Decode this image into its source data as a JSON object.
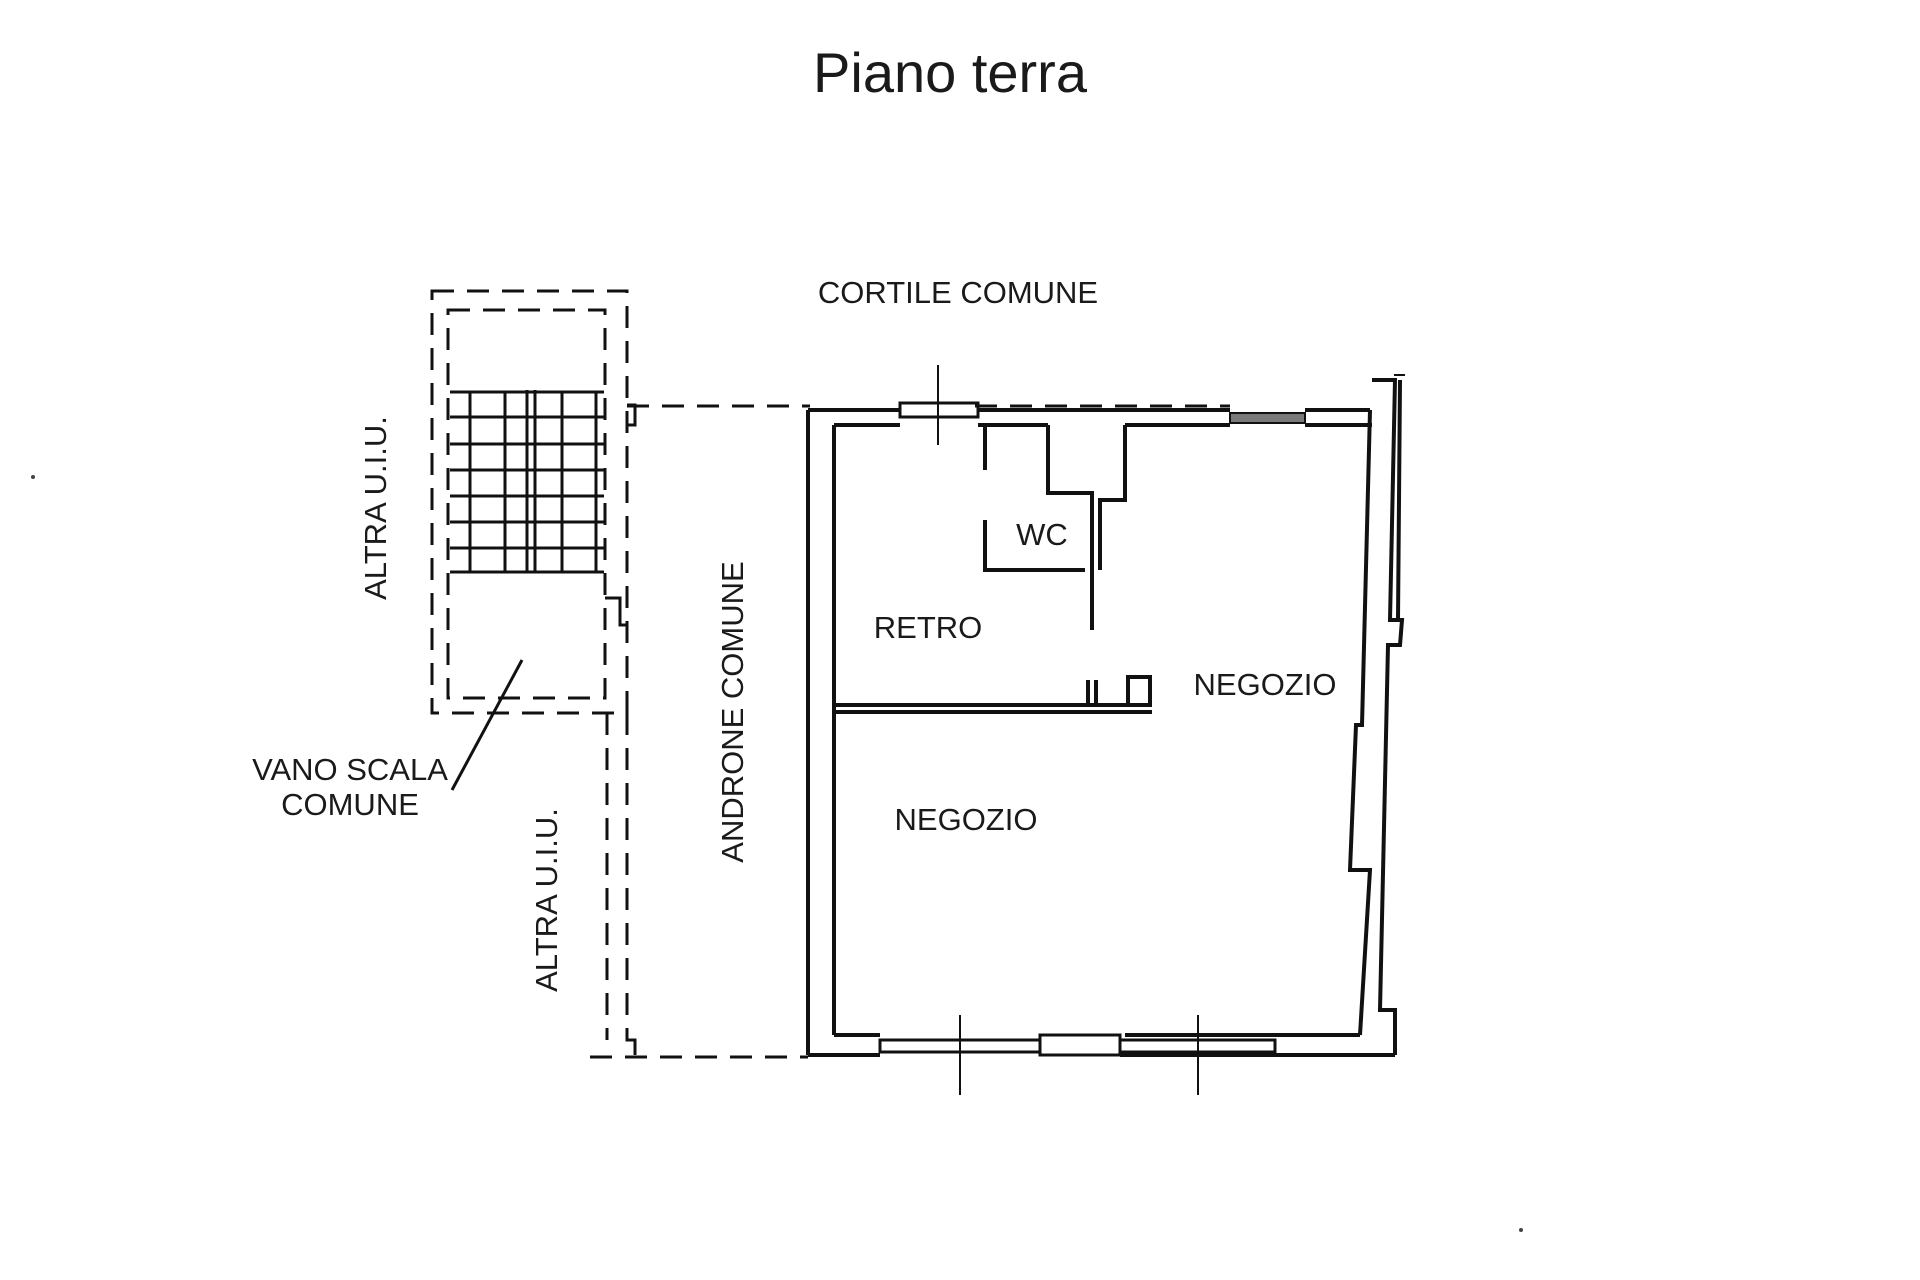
{
  "title": "Piano terra",
  "labels": {
    "cortile": "CORTILE COMUNE",
    "altra_top": "ALTRA U.I.U.",
    "altra_bottom": "ALTRA U.I.U.",
    "androne": "ANDRONE COMUNE",
    "vano_line1": "VANO SCALA",
    "vano_line2": "COMUNE",
    "wc": "WC",
    "retro": "RETRO",
    "negozio_right": "NEGOZIO",
    "negozio_main": "NEGOZIO"
  },
  "colors": {
    "ink": "#111111",
    "window_fill": "#7a7a7a"
  }
}
